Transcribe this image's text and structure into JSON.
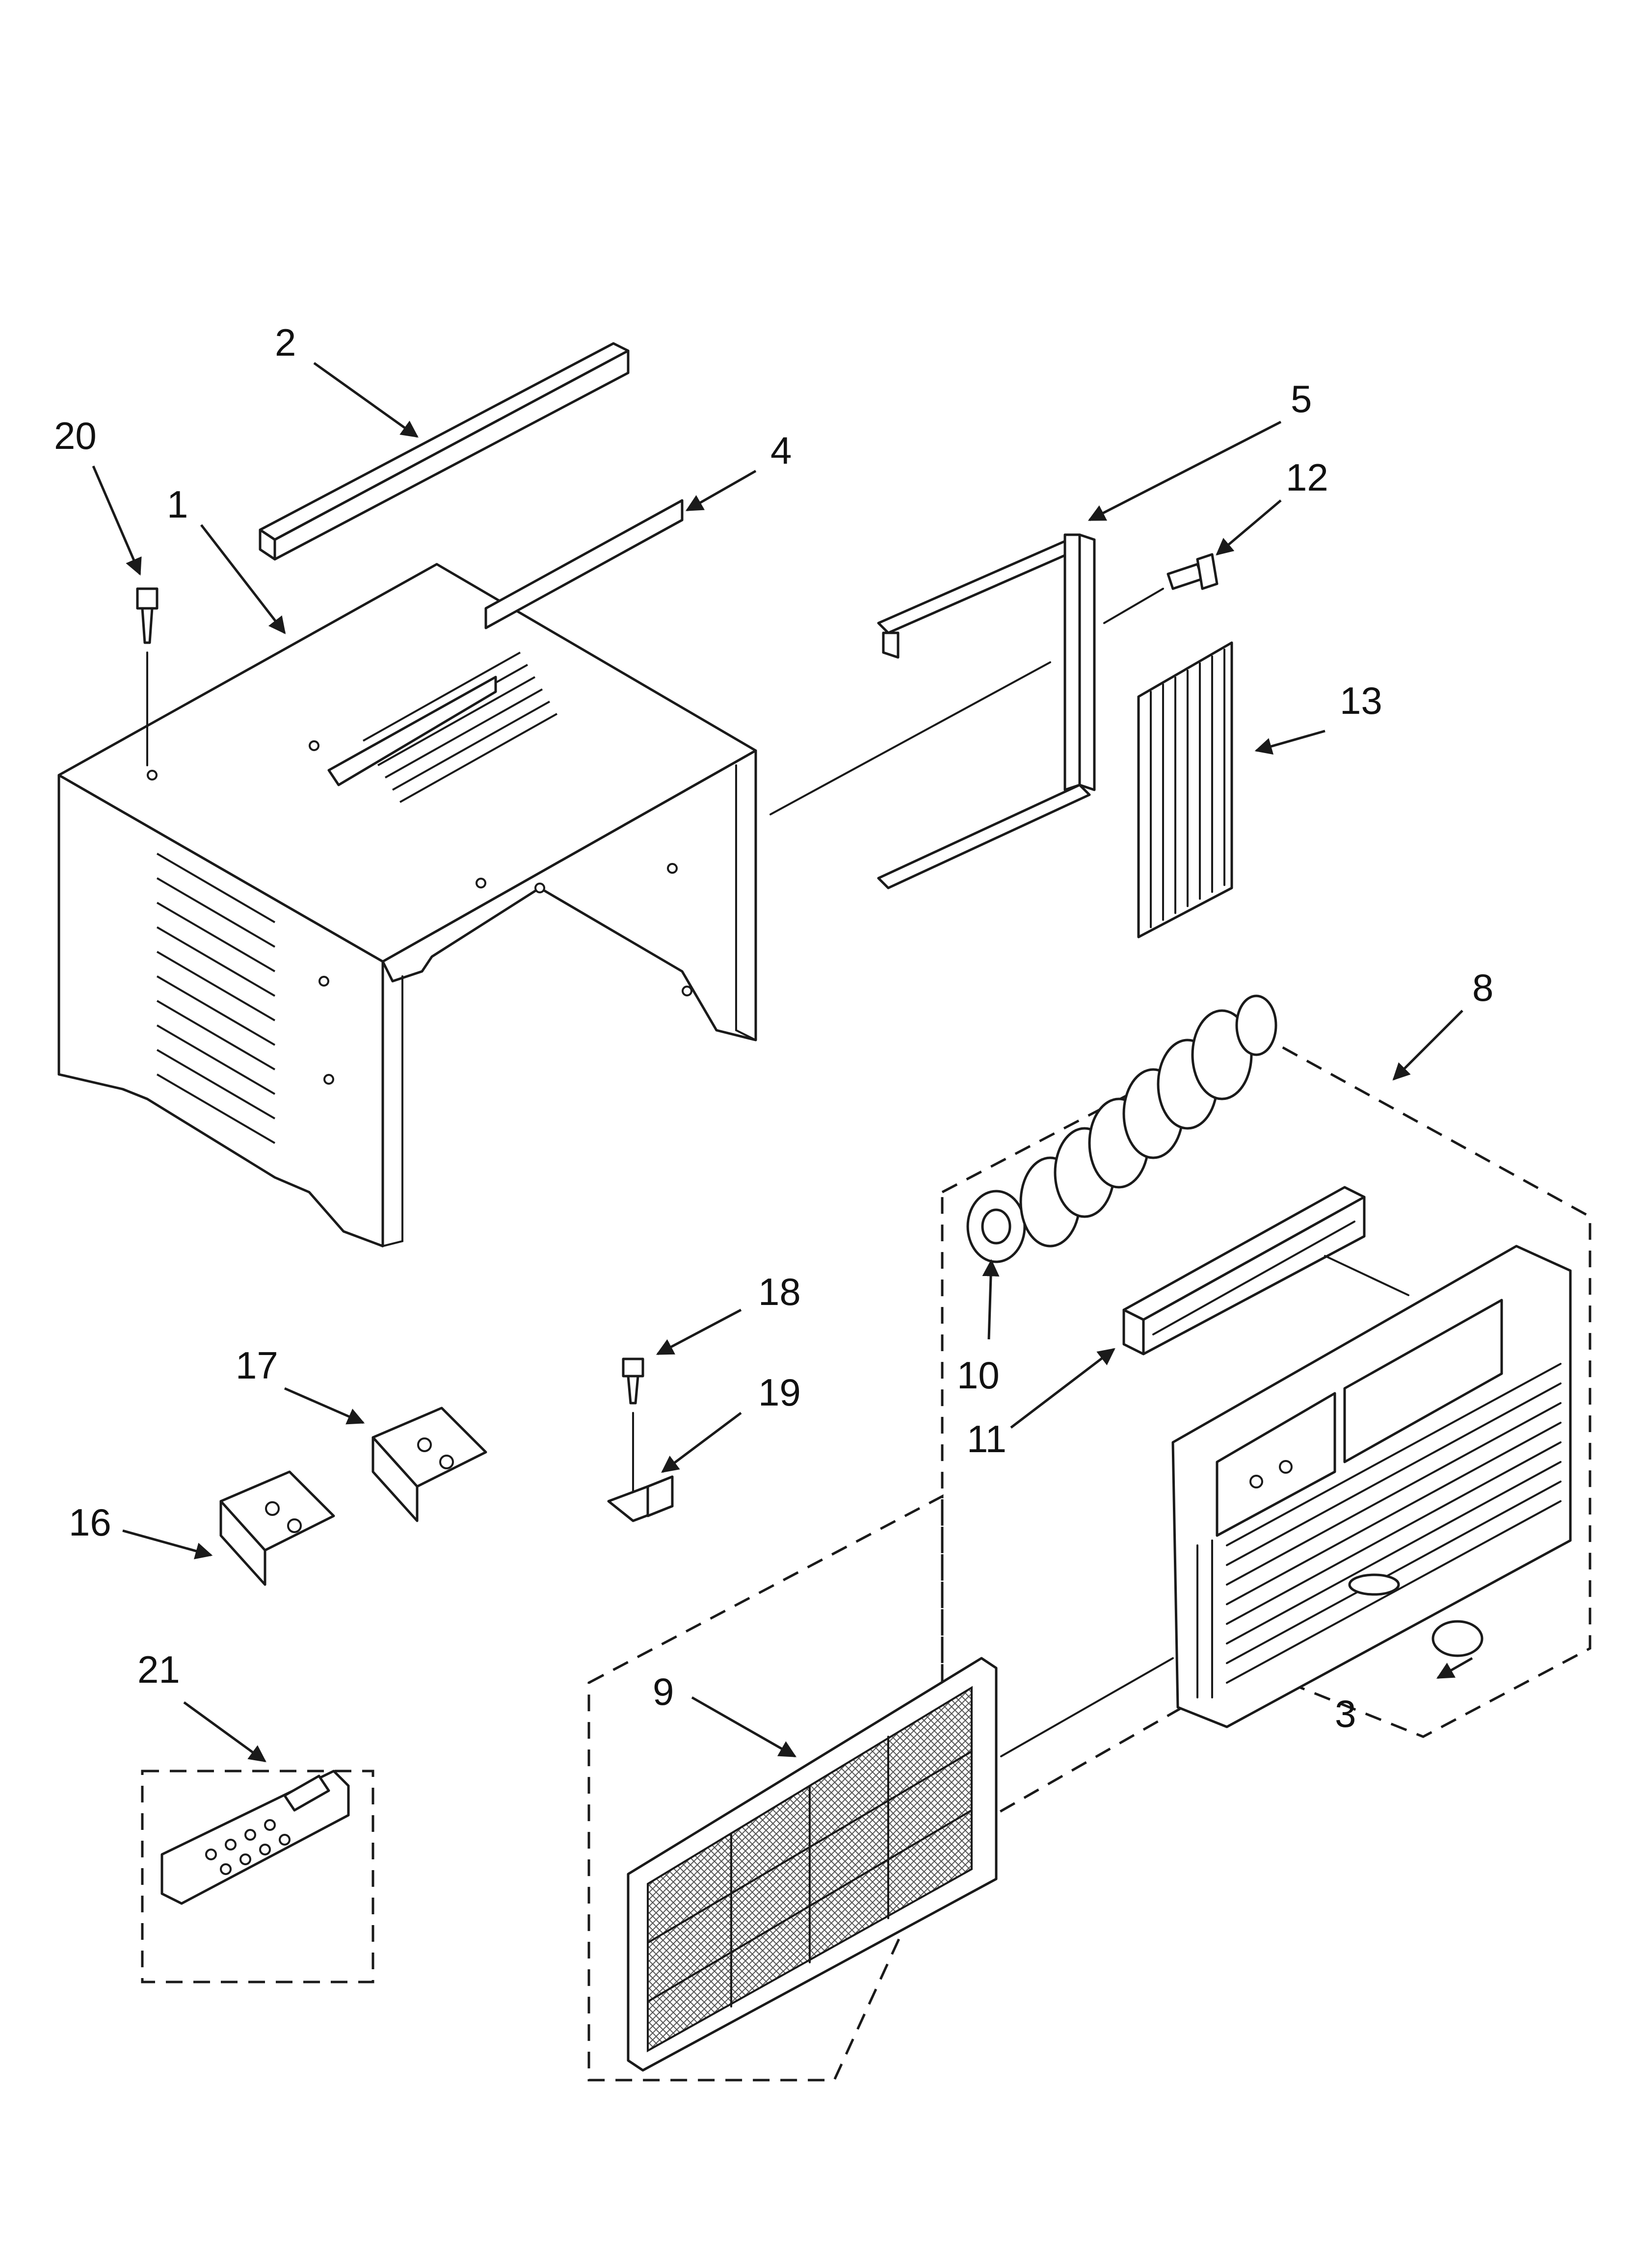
{
  "labels": {
    "l1": "1",
    "l2": "2",
    "l3": "3",
    "l4": "4",
    "l5": "5",
    "l8": "8",
    "l9": "9",
    "l10": "10",
    "l11": "11",
    "l12": "12",
    "l13": "13",
    "l16": "16",
    "l17": "17",
    "l18": "18",
    "l19": "19",
    "l20": "20",
    "l21": "21"
  },
  "colors": {
    "line": "#1a1a1a",
    "background": "#ffffff"
  }
}
